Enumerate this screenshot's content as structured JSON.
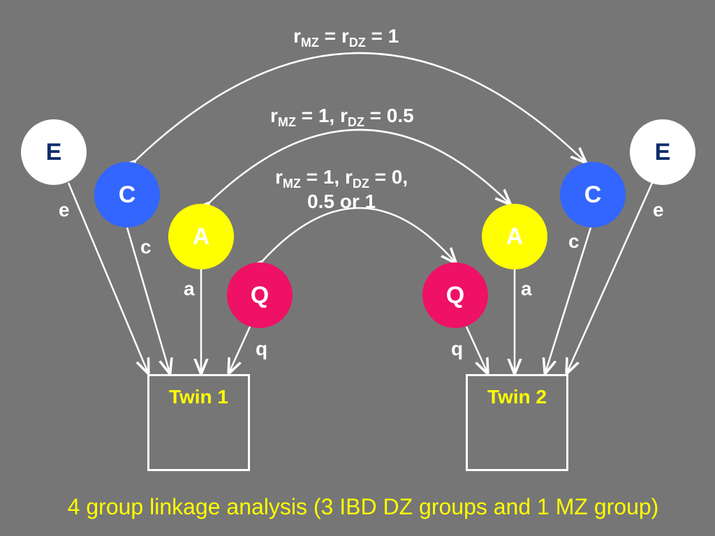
{
  "colors": {
    "background": "#767676",
    "E": "#ffffff",
    "C": "#3366ff",
    "A": "#ffff00",
    "Q": "#ee1166",
    "twin_label": "#ffff00"
  },
  "correlations": {
    "top": {
      "r1": "r",
      "s1": "MZ",
      "mid": " = r",
      "s2": "DZ",
      "end": " = 1"
    },
    "middle": {
      "r1": "r",
      "s1": "MZ",
      "mid": " = 1, r",
      "s2": "DZ",
      "end": " = 0.5"
    },
    "inner": {
      "r1": "r",
      "s1": "MZ",
      "mid": " = 1, r",
      "s2": "DZ",
      "end": " = 0,",
      "line2": "0.5 or 1"
    }
  },
  "nodes": {
    "E1": "E",
    "C1": "C",
    "A1": "A",
    "Q1": "Q",
    "E2": "E",
    "C2": "C",
    "A2": "A",
    "Q2": "Q"
  },
  "paths": {
    "e1": "e",
    "c1": "c",
    "a1": "a",
    "q1": "q",
    "e2": "e",
    "c2": "c",
    "a2": "a",
    "q2": "q"
  },
  "twins": {
    "twin1": "Twin 1",
    "twin2": "Twin 2"
  },
  "caption": "4 group linkage analysis (3 IBD DZ groups and 1 MZ group)"
}
